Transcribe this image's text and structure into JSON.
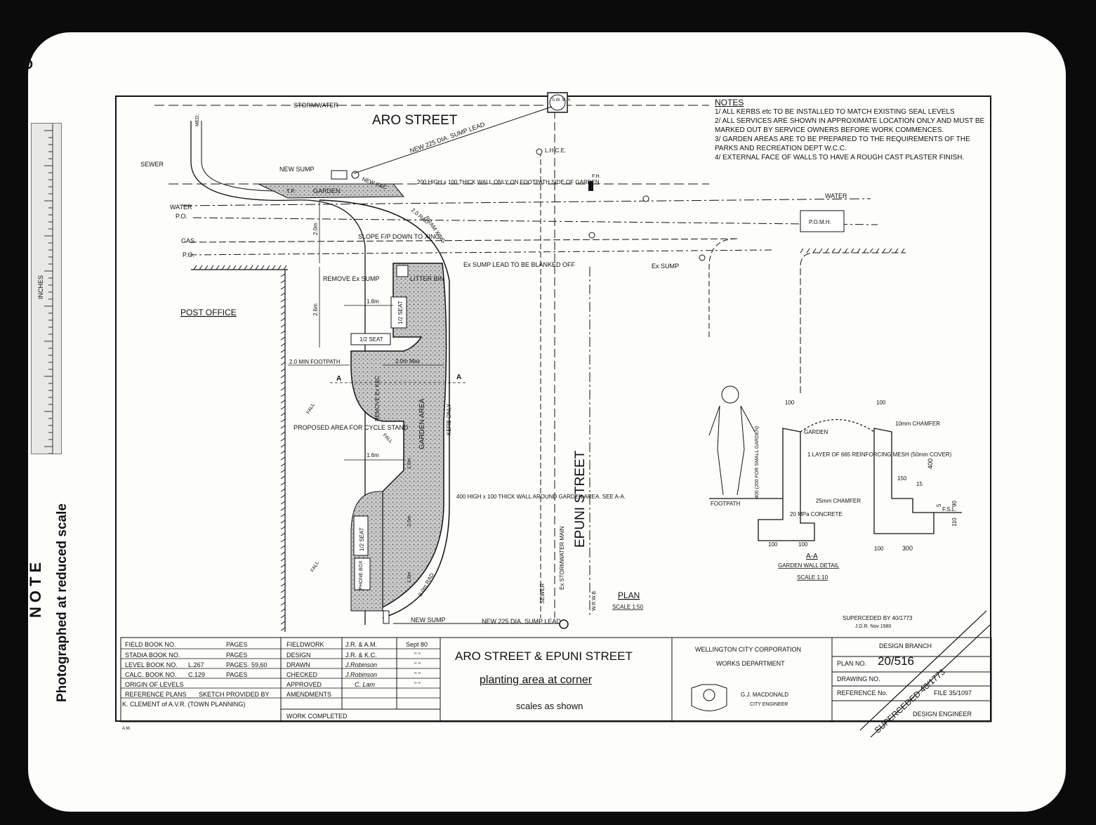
{
  "sheet": {
    "note_vertical": "NOTE",
    "photo_note": "Photographed at reduced scale",
    "ruler_label": "INCHES",
    "corner_mark": "D",
    "am_mark": "A.M."
  },
  "plan": {
    "streets": {
      "aro": "ARO STREET",
      "epuni": "EPUNI STREET",
      "post_office": "POST OFFICE"
    },
    "labels": {
      "stormwater": "STORMWATER",
      "sewer": "SEWER",
      "water": "WATER",
      "po": "P.O.",
      "gas": "GAS",
      "po2": "P.O.",
      "med": "MED.",
      "new_sump": "NEW SUMP",
      "new_225": "NEW 225 DIA. SUMP LEAD",
      "swmh": "S.W. M.H.",
      "lhce": "L.H.C.E.",
      "wall_note": "200 HIGH x 100 THICK WALL ONLY ON FOOTPATH SIDE OF GARDEN.",
      "garden": "GARDEN",
      "tp": "T.P.",
      "new_kc": "NEW K&C",
      "pram": "PRAM XING",
      "rad": "2.0 RAD",
      "slope": "SLOPE F/P DOWN TO XING",
      "ex_sump_lead": "Ex SUMP LEAD TO BE BLANKED OFF",
      "remove_ex_sump": "REMOVE Ex SUMP",
      "litter_bin": "LITTER BIN",
      "half_seat": "1/2 SEAT",
      "footpath": "2.0 MIN FOOTPATH",
      "remove_kc": "REMOVE Ex K&C",
      "max": "2.0m Max",
      "garden_area": "GARDEN AREA",
      "kerb_only": "KERB ONLY",
      "cycle": "PROPOSED AREA FOR CYCLE STAND",
      "fall": "FALL",
      "wall400": "400 HIGH x 100 THICK WALL AROUND GARDEN AREA. SEE A-A.",
      "phone_box": "PHONE BOX",
      "rad3": "3.0m RAD",
      "new_sump2": "NEW SUMP",
      "new_225b": "NEW 225 DIA. SUMP LEAD",
      "sewer2": "SEWER",
      "ex_stormwater": "Ex STORMWATER MAIN",
      "wrwb": "W.R.W.B.",
      "plan": "PLAN",
      "plan_scale": "SCALE 1:50",
      "fh": "F.H.",
      "water2": "WATER",
      "pomh": "P.O.M.H.",
      "ex_sump": "Ex SUMP",
      "d20": "2.0m",
      "d26": "2.6m",
      "d18": "1.8m",
      "d16": "1.6m",
      "d15": "1.5m",
      "d25": "2.5m",
      "a": "A"
    }
  },
  "notes": {
    "title": "NOTES",
    "items": [
      "1/ ALL KERBS etc TO BE INSTALLED TO MATCH EXISTING SEAL LEVELS",
      "2/ ALL SERVICES ARE SHOWN IN APPROXIMATE LOCATION ONLY AND MUST BE MARKED OUT BY SERVICE OWNERS BEFORE WORK COMMENCES.",
      "3/ GARDEN AREAS ARE TO BE PREPARED TO THE REQUIREMENTS OF THE PARKS AND RECREATION DEPT W.C.C.",
      "4/ EXTERNAL FACE OF WALLS TO HAVE A ROUGH CAST PLASTER FINISH."
    ]
  },
  "section": {
    "title": "A-A",
    "subtitle": "GARDEN WALL DETAIL",
    "scale": "SCALE 1:10",
    "garden": "GARDEN",
    "chamfer10": "10mm CHAMFER",
    "mesh": "1 LAYER OF 665 REINFORCING MESH (50mm COVER)",
    "chamfer25": "25mm CHAMFER",
    "concrete": "20 MPa CONCRETE",
    "footpath": "FOOTPATH",
    "fsl": "F.S.L.",
    "small_garden": "400 (200 FOR SMALL GARDEN)",
    "dims": {
      "d100a": "100",
      "d100b": "100",
      "d400": "400",
      "d150": "150",
      "d15": "15",
      "d5": "5",
      "d90": "90",
      "d110": "110",
      "d100c": "100",
      "d100d": "100",
      "d300": "300",
      "d100e": "100"
    }
  },
  "superceded": {
    "note": "SUPERCEDED BY 40/1773",
    "initials": "J.D.R.  Nov 1980",
    "stamp": "SUPERCEDED 40/1773"
  },
  "titleblock": {
    "rows": [
      {
        "label": "FIELD BOOK NO.",
        "value": "",
        "pages": "PAGES",
        "pval": ""
      },
      {
        "label": "STADIA BOOK NO.",
        "value": "",
        "pages": "PAGES",
        "pval": ""
      },
      {
        "label": "LEVEL BOOK NO.",
        "value": "L.267",
        "pages": "PAGES",
        "pval": "59,60"
      },
      {
        "label": "CALC. BOOK NO.",
        "value": "C.129",
        "pages": "PAGES",
        "pval": ""
      },
      {
        "label": "ORIGIN OF LEVELS",
        "value": "",
        "pages": "",
        "pval": ""
      },
      {
        "label": "REFERENCE PLANS",
        "value": "SKETCH PROVIDED BY",
        "pages": "",
        "pval": ""
      }
    ],
    "ref_by": "K. CLEMENT of A.V.R. (TOWN PLANNING)",
    "roles": [
      {
        "role": "FIELDWORK",
        "who": "J.R. & A.M.",
        "date": "Sept 80"
      },
      {
        "role": "DESIGN",
        "who": "J.R. & K.C.",
        "date": "\" \""
      },
      {
        "role": "DRAWN",
        "who": "J.Robinson",
        "date": "\" \""
      },
      {
        "role": "CHECKED",
        "who": "J.Robinson",
        "date": "\" \""
      },
      {
        "role": "APPROVED",
        "who": "C. Lam",
        "date": "\" \""
      },
      {
        "role": "AMENDMENTS",
        "who": "",
        "date": ""
      }
    ],
    "work_completed": "WORK COMPLETED",
    "title1": "ARO STREET & EPUNI STREET",
    "title2": "planting area at corner",
    "title3": "scales as shown",
    "corp1": "WELLINGTON CITY CORPORATION",
    "corp2": "WORKS DEPARTMENT",
    "engineer": "G.J. MACDONALD",
    "engineer_title": "CITY ENGINEER",
    "design_branch": "DESIGN BRANCH",
    "plan_no_label": "PLAN NO.",
    "plan_no": "20/516",
    "drawing_no_label": "DRAWING NO.",
    "reference_no_label": "REFERENCE No.",
    "file": "FILE 35/1097",
    "design_engineer": "DESIGN ENGINEER"
  }
}
